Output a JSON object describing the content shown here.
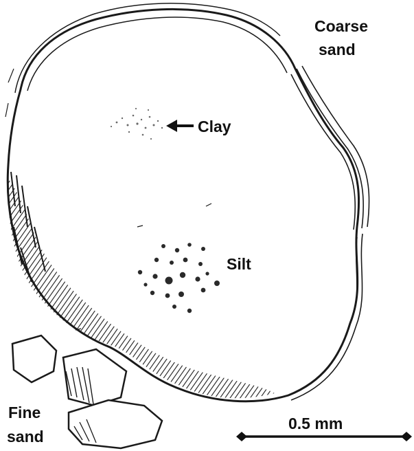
{
  "labels": {
    "coarse_sand_line1": "Coarse",
    "coarse_sand_line2": "sand",
    "clay": "Clay",
    "silt": "Silt",
    "fine_sand_line1": "Fine",
    "fine_sand_line2": "sand",
    "scale_bar": "0.5 mm"
  },
  "colors": {
    "ink": "#1a1a1a",
    "paper": "#ffffff",
    "clay_dots": "#6a6a6a",
    "silt_dots": "#2a2a2a"
  }
}
